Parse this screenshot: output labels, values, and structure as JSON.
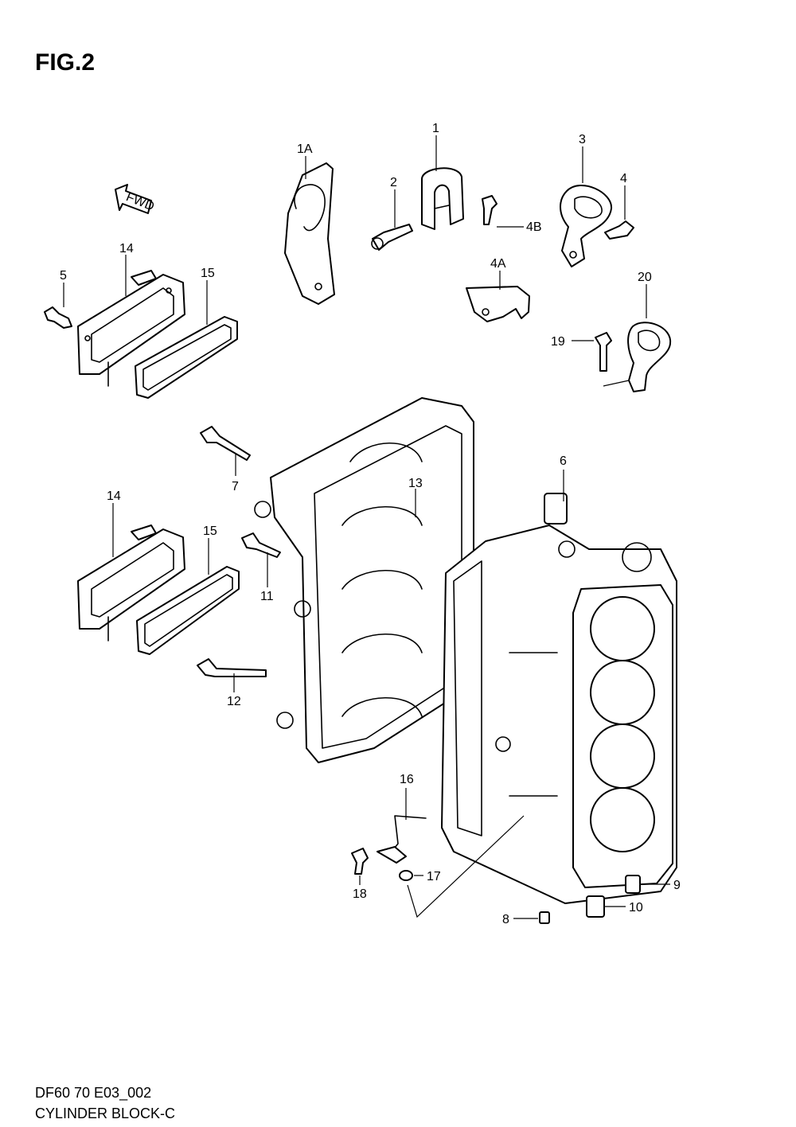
{
  "figure": {
    "title": "FIG.2"
  },
  "fwd_label": "FWD",
  "callouts": {
    "p1": "1",
    "p1a": "1A",
    "p2": "2",
    "p3": "3",
    "p4": "4",
    "p4a": "4A",
    "p4b": "4B",
    "p5": "5",
    "p6": "6",
    "p7": "7",
    "p8": "8",
    "p9": "9",
    "p10": "10",
    "p11": "11",
    "p12": "12",
    "p13": "13",
    "p14a": "14",
    "p14b": "14",
    "p15a": "15",
    "p15b": "15",
    "p16": "16",
    "p17": "17",
    "p18": "18",
    "p19": "19",
    "p20": "20"
  },
  "footer": {
    "code": "DF60 70 E03_002",
    "name": "CYLINDER BLOCK-C"
  }
}
